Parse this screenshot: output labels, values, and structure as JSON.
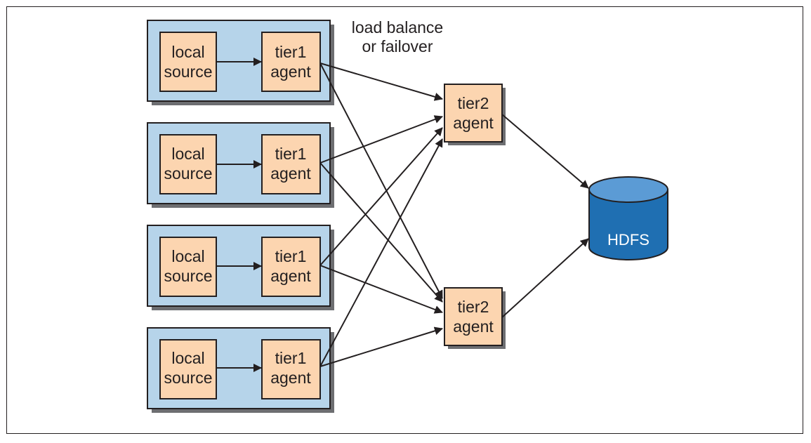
{
  "annotation": {
    "line1": "load balance",
    "line2": "or failover"
  },
  "groups": [
    {
      "source": [
        "local",
        "source"
      ],
      "agent": [
        "tier1",
        "agent"
      ]
    },
    {
      "source": [
        "local",
        "source"
      ],
      "agent": [
        "tier1",
        "agent"
      ]
    },
    {
      "source": [
        "local",
        "source"
      ],
      "agent": [
        "tier1",
        "agent"
      ]
    },
    {
      "source": [
        "local",
        "source"
      ],
      "agent": [
        "tier1",
        "agent"
      ]
    }
  ],
  "tier2": [
    {
      "label": [
        "tier2",
        "agent"
      ]
    },
    {
      "label": [
        "tier2",
        "agent"
      ]
    }
  ],
  "sink": {
    "label": "HDFS"
  },
  "colors": {
    "group_fill": "#b6d4ea",
    "node_fill": "#fcd5b0",
    "cylinder_top": "#5b9bd5",
    "cylinder_body": "#1f6fb2",
    "stroke": "#231f20"
  }
}
